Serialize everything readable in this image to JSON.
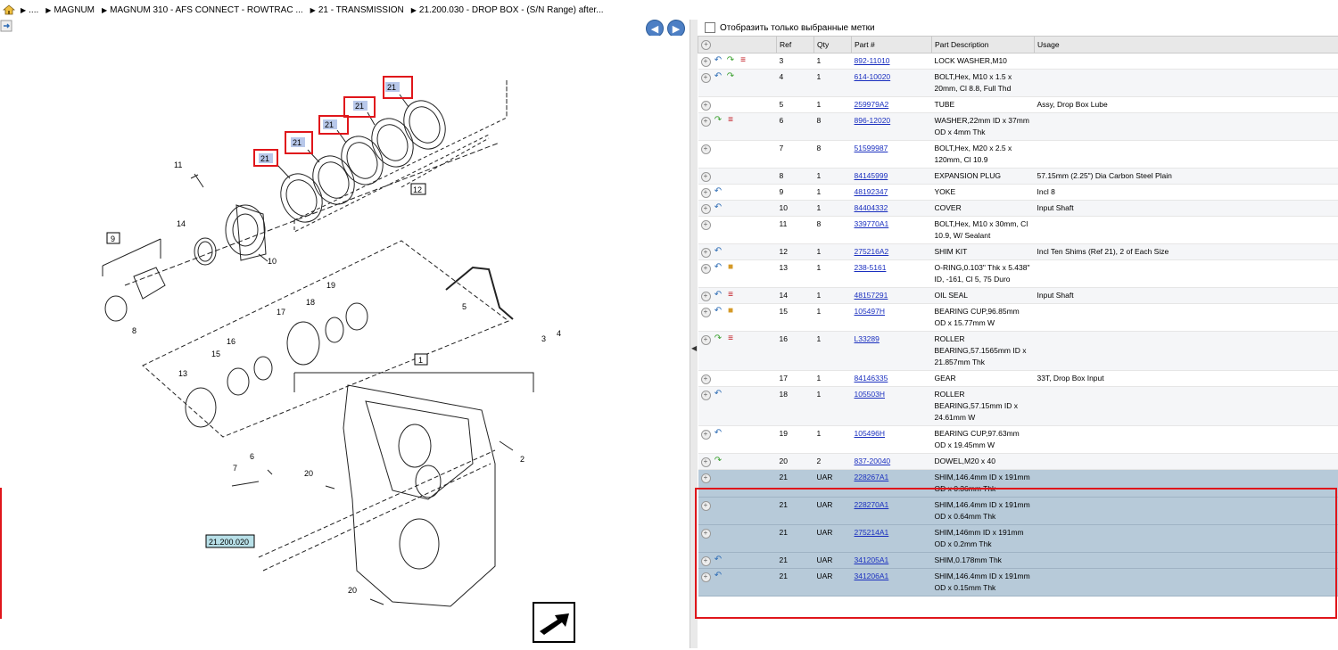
{
  "breadcrumb": {
    "items": [
      "....",
      "MAGNUM",
      "MAGNUM 310 - AFS CONNECT - ROWTRAC ...",
      "21 - TRANSMISSION",
      "21.200.030 - DROP BOX - (S/N Range) after..."
    ]
  },
  "filter": {
    "label": "Отобразить только выбранные метки"
  },
  "table": {
    "headers": {
      "ref": "Ref",
      "qty": "Qty",
      "part": "Part #",
      "desc": "Part Description",
      "usage": "Usage"
    },
    "rows": [
      {
        "ref": "3",
        "qty": "1",
        "part": "892-11010",
        "desc": "LOCK WASHER,M10",
        "usage": "",
        "icons": [
          "undo",
          "redo",
          "list"
        ]
      },
      {
        "ref": "4",
        "qty": "1",
        "part": "614-10020",
        "desc": "BOLT,Hex, M10 x 1.5 x 20mm, Cl 8.8, Full Thd",
        "usage": "",
        "icons": [
          "undo",
          "redo"
        ]
      },
      {
        "ref": "5",
        "qty": "1",
        "part": "259979A2",
        "desc": "TUBE",
        "usage": "Assy, Drop Box Lube",
        "icons": []
      },
      {
        "ref": "6",
        "qty": "8",
        "part": "896-12020",
        "desc": "WASHER,22mm ID x 37mm OD x 4mm Thk",
        "usage": "",
        "icons": [
          "redo",
          "list"
        ]
      },
      {
        "ref": "7",
        "qty": "8",
        "part": "51599987",
        "desc": "BOLT,Hex, M20 x 2.5 x 120mm, Cl 10.9",
        "usage": "",
        "icons": []
      },
      {
        "ref": "8",
        "qty": "1",
        "part": "84145999",
        "desc": "EXPANSION PLUG",
        "usage": "57.15mm (2.25\") Dia Carbon Steel Plain",
        "icons": []
      },
      {
        "ref": "9",
        "qty": "1",
        "part": "48192347",
        "desc": "YOKE",
        "usage": "Incl 8",
        "icons": [
          "undo"
        ]
      },
      {
        "ref": "10",
        "qty": "1",
        "part": "84404332",
        "desc": "COVER",
        "usage": "Input Shaft",
        "icons": [
          "undo"
        ]
      },
      {
        "ref": "11",
        "qty": "8",
        "part": "339770A1",
        "desc": "BOLT,Hex, M10 x 30mm, Cl 10.9, W/ Sealant",
        "usage": "",
        "icons": []
      },
      {
        "ref": "12",
        "qty": "1",
        "part": "275216A2",
        "desc": "SHIM KIT",
        "usage": "Incl Ten Shims (Ref 21), 2 of Each Size",
        "icons": [
          "undo"
        ]
      },
      {
        "ref": "13",
        "qty": "1",
        "part": "238-5161",
        "desc": "O-RING,0.103\" Thk x 5.438\" ID, -161, Cl 5, 75 Duro",
        "usage": "",
        "icons": [
          "undo",
          "box"
        ]
      },
      {
        "ref": "14",
        "qty": "1",
        "part": "48157291",
        "desc": "OIL SEAL",
        "usage": "Input Shaft",
        "icons": [
          "undo",
          "list"
        ]
      },
      {
        "ref": "15",
        "qty": "1",
        "part": "105497H",
        "desc": "BEARING CUP,96.85mm OD x 15.77mm W",
        "usage": "",
        "icons": [
          "undo",
          "box"
        ]
      },
      {
        "ref": "16",
        "qty": "1",
        "part": "L33289",
        "desc": "ROLLER BEARING,57.1565mm ID x 21.857mm Thk",
        "usage": "",
        "icons": [
          "redo",
          "list"
        ]
      },
      {
        "ref": "17",
        "qty": "1",
        "part": "84146335",
        "desc": "GEAR",
        "usage": "33T, Drop Box Input",
        "icons": []
      },
      {
        "ref": "18",
        "qty": "1",
        "part": "105503H",
        "desc": "ROLLER BEARING,57.15mm ID x 24.61mm W",
        "usage": "",
        "icons": [
          "undo"
        ]
      },
      {
        "ref": "19",
        "qty": "1",
        "part": "105496H",
        "desc": "BEARING CUP,97.63mm OD x 19.45mm W",
        "usage": "",
        "icons": [
          "undo"
        ]
      },
      {
        "ref": "20",
        "qty": "2",
        "part": "837-20040",
        "desc": "DOWEL,M20 x 40",
        "usage": "",
        "icons": [
          "redo"
        ]
      },
      {
        "ref": "21",
        "qty": "UAR",
        "part": "228267A1",
        "desc": "SHIM,146.4mm ID x 191mm OD x 0.36mm Thk",
        "usage": "",
        "icons": [],
        "sel": true
      },
      {
        "ref": "21",
        "qty": "UAR",
        "part": "228270A1",
        "desc": "SHIM,146.4mm ID x 191mm OD x 0.64mm Thk",
        "usage": "",
        "icons": [],
        "sel": true
      },
      {
        "ref": "21",
        "qty": "UAR",
        "part": "275214A1",
        "desc": "SHIM,146mm ID x 191mm OD x 0.2mm Thk",
        "usage": "",
        "icons": [],
        "sel": true
      },
      {
        "ref": "21",
        "qty": "UAR",
        "part": "341205A1",
        "desc": "SHIM,0.178mm Thk",
        "usage": "",
        "icons": [
          "undo"
        ],
        "sel": true
      },
      {
        "ref": "21",
        "qty": "UAR",
        "part": "341206A1",
        "desc": "SHIM,146.4mm ID x 191mm OD x 0.15mm Thk",
        "usage": "",
        "icons": [
          "undo"
        ],
        "sel": true
      }
    ]
  },
  "diagram": {
    "callouts": [
      "21",
      "21",
      "21",
      "21",
      "21",
      "12",
      "11",
      "14",
      "10",
      "9",
      "8",
      "5",
      "3",
      "4",
      "19",
      "18",
      "17",
      "16",
      "15",
      "13",
      "1",
      "6",
      "7",
      "2",
      "20",
      "20"
    ],
    "page_ref": "21.200.020"
  },
  "colors": {
    "highlight_red": "#e0161b",
    "selected_row": "#b7cad9",
    "link": "#1a2fbf",
    "nav_blue": "#4d7fc4"
  }
}
